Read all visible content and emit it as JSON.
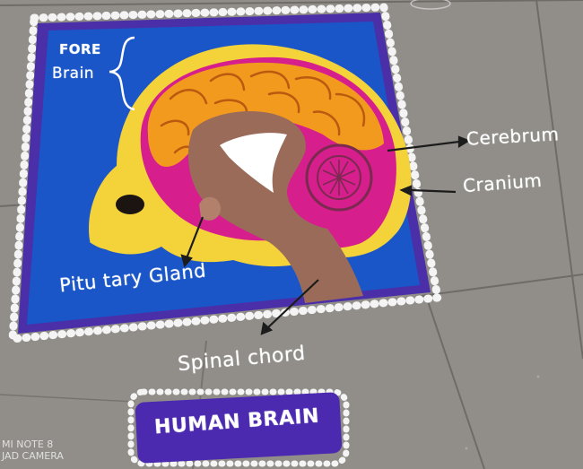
{
  "labels": {
    "fore_brain_1": "FORE",
    "fore_brain_2": "Brain",
    "cerebrum": "Cerebrum",
    "cranium": "Cranium",
    "pituitary": "Pitu tary Gland",
    "spinal": "Spinal chord",
    "title": "HUMAN BRAIN"
  },
  "watermark": {
    "line1": "MI NOTE 8",
    "line2": "JAD CAMERA"
  },
  "colors": {
    "floor": "#8c8a86",
    "border_dots": "#f4f4f4",
    "board_blue": "#1a56c8",
    "board_edge": "#4a2fa8",
    "cranium_yellow": "#f4d23a",
    "brain_orange": "#f29a1e",
    "brain_magenta": "#d61e8c",
    "stem_brown": "#9b6b5a",
    "title_purple": "#4b2ab0"
  }
}
